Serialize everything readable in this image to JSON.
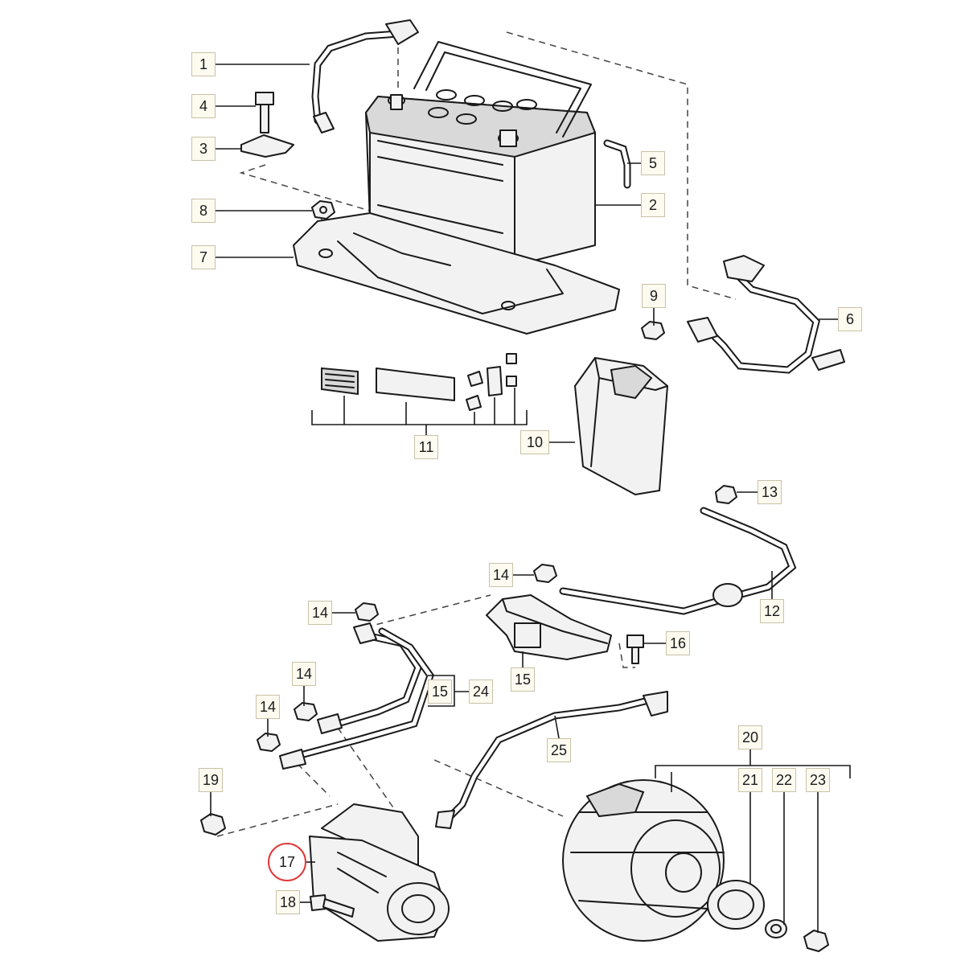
{
  "accent_color": "#e03a3a",
  "highlighted_part": "17",
  "callouts": [
    {
      "id": "c1",
      "label": "1"
    },
    {
      "id": "c2",
      "label": "2"
    },
    {
      "id": "c3",
      "label": "3"
    },
    {
      "id": "c4",
      "label": "4"
    },
    {
      "id": "c5",
      "label": "5"
    },
    {
      "id": "c6",
      "label": "6"
    },
    {
      "id": "c7",
      "label": "7"
    },
    {
      "id": "c8",
      "label": "8"
    },
    {
      "id": "c9",
      "label": "9"
    },
    {
      "id": "c10",
      "label": "10"
    },
    {
      "id": "c11",
      "label": "11"
    },
    {
      "id": "c12",
      "label": "12"
    },
    {
      "id": "c13",
      "label": "13"
    },
    {
      "id": "c14a",
      "label": "14"
    },
    {
      "id": "c14b",
      "label": "14"
    },
    {
      "id": "c14c",
      "label": "14"
    },
    {
      "id": "c14d",
      "label": "14"
    },
    {
      "id": "c15a",
      "label": "15"
    },
    {
      "id": "c15b",
      "label": "15"
    },
    {
      "id": "c16",
      "label": "16"
    },
    {
      "id": "c17",
      "label": "17"
    },
    {
      "id": "c18",
      "label": "18"
    },
    {
      "id": "c19",
      "label": "19"
    },
    {
      "id": "c20",
      "label": "20"
    },
    {
      "id": "c21",
      "label": "21"
    },
    {
      "id": "c22",
      "label": "22"
    },
    {
      "id": "c23",
      "label": "23"
    },
    {
      "id": "c24",
      "label": "24"
    },
    {
      "id": "c25",
      "label": "25"
    }
  ]
}
